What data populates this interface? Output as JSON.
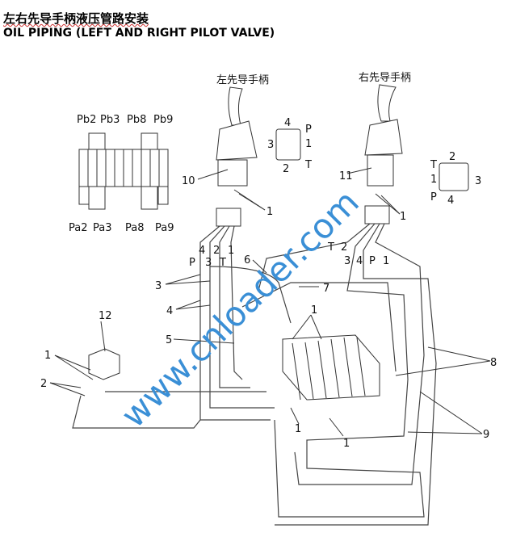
{
  "title_cn": "左右先导手柄液压管路安装",
  "title_en": "OIL PIPING (LEFT AND RIGHT PILOT VALVE)",
  "left_handle_label": "左先导手柄",
  "right_handle_label": "右先导手柄",
  "valve_ports_top": [
    "Pb2",
    "Pb3",
    "Pb8",
    "Pb9"
  ],
  "valve_ports_bottom": [
    "Pa2",
    "Pa3",
    "Pa8",
    "Pa9"
  ],
  "left_port_diagram": {
    "top": "4",
    "p": "P",
    "left": "3",
    "right": "1",
    "bottom": "2",
    "t": "T"
  },
  "right_port_diagram": {
    "top": "2",
    "t": "T",
    "left": "1",
    "right": "3",
    "p": "P",
    "bottom": "4"
  },
  "left_hose_labels": {
    "n4": "4",
    "n2": "2",
    "n1": "1",
    "p": "P",
    "n3": "3",
    "t": "T"
  },
  "right_hose_labels": {
    "t": "T",
    "n2": "2",
    "n3": "3",
    "n4": "4",
    "p": "P",
    "n1": "1"
  },
  "callouts": {
    "c10": "10",
    "c11": "11",
    "c1a": "1",
    "c1b": "1",
    "c1c": "1",
    "c1d": "1",
    "c1e": "1",
    "c1f": "1",
    "c2": "2",
    "c3": "3",
    "c4": "4",
    "c5": "5",
    "c6": "6",
    "c7": "7",
    "c8": "8",
    "c9": "9",
    "c12": "12"
  },
  "watermark": "www.cnloader.com"
}
